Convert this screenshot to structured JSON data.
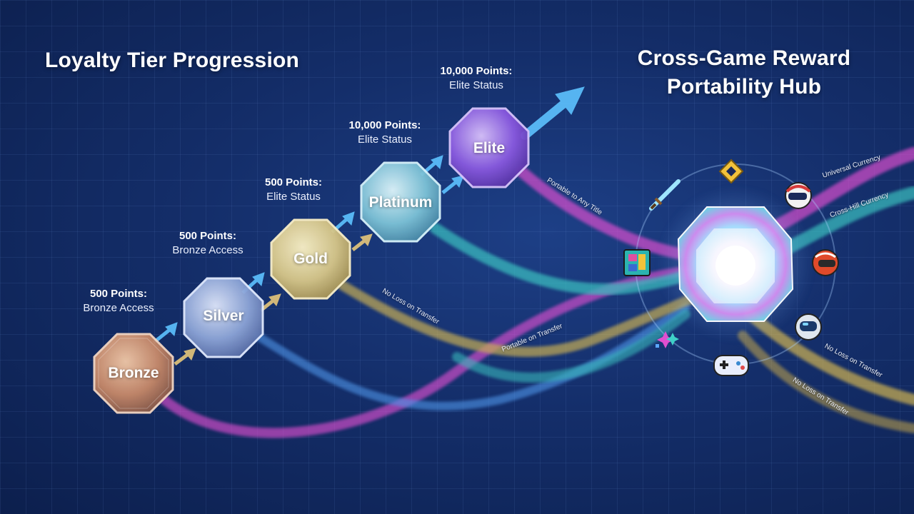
{
  "titles": {
    "left": "Loyalty Tier Progression",
    "right_line1": "Cross-Game Reward",
    "right_line2": "Portability Hub"
  },
  "tiers": [
    {
      "name": "Bronze",
      "points": "500 Points:",
      "status": "Bronze Access",
      "color": "#c98a6a"
    },
    {
      "name": "Silver",
      "points": "500 Points:",
      "status": "Bronze Access",
      "color": "#8ea6d8"
    },
    {
      "name": "Gold",
      "points": "500 Points:",
      "status": "Elite Status",
      "color": "#d9c98a"
    },
    {
      "name": "Platinum",
      "points": "10,000 Points:",
      "status": "Elite Status",
      "color": "#7fc4d8"
    },
    {
      "name": "Elite",
      "points": "10,000 Points:",
      "status": "Elite Status",
      "color": "#8a5ae0"
    }
  ],
  "stream_labels": {
    "universal_currency": "Universal Currency",
    "cross_currency": "Cross-Hill Currency",
    "portable_any_title": "Portable to Any Title",
    "no_loss_gold": "No Loss on Transfer",
    "portable_transfer": "Portable on Transfer",
    "no_loss_right_1": "No Loss on Transfer",
    "no_loss_right_2": "No Loss on Transfer"
  },
  "icons": {
    "sword": "sword-icon",
    "gem": "diamond-emblem-icon",
    "helmet_top": "racing-helmet-icon",
    "helmet_mid": "racing-helmet-icon",
    "helmet_low": "astronaut-helmet-icon",
    "puzzle": "puzzle-block-icon",
    "sparkles": "pixel-sparkles-icon",
    "controller": "gamepad-icon"
  },
  "colors": {
    "magenta": "#e04fd0",
    "teal": "#3fd0c8",
    "gold": "#e6c34f",
    "blue": "#5aa8ff",
    "arrow": "#5ec3ff"
  }
}
